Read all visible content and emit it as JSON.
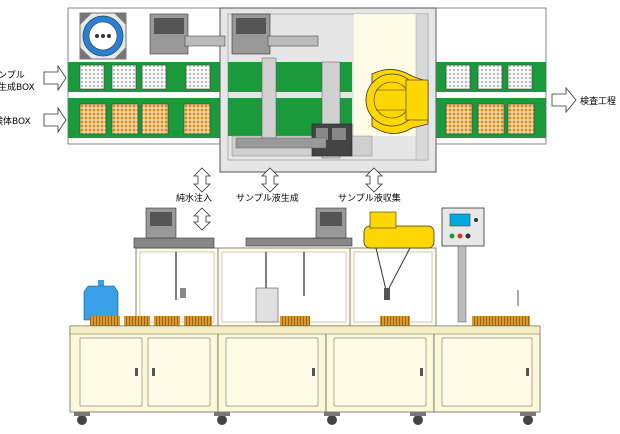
{
  "labels": {
    "sample_box_line1": "ンプル",
    "sample_box_line2": "生成BOX",
    "specimen_box": "検体BOX",
    "inspection": "検査工程",
    "pure_water": "純水注入",
    "sample_gen": "サンプル液生成",
    "sample_collect": "サンプル液収集"
  },
  "colors": {
    "green": "#1a9a3a",
    "robot_yellow": "#ffd700",
    "cabinet": "#fdf8d8",
    "cabinet_top": "#f5eec2",
    "panel": "#fffbe6",
    "gray": "#e6e6e6",
    "tank": "#3aa0e8",
    "tube_orange": "#d98a20",
    "tube_cyan": "#30b8d0",
    "screen": "#00aadd"
  },
  "icons": [
    "right-arrow-icon",
    "double-arrow-icon",
    "robot-arm-icon",
    "water-tank-icon",
    "control-panel-icon",
    "caster-wheel-icon"
  ]
}
